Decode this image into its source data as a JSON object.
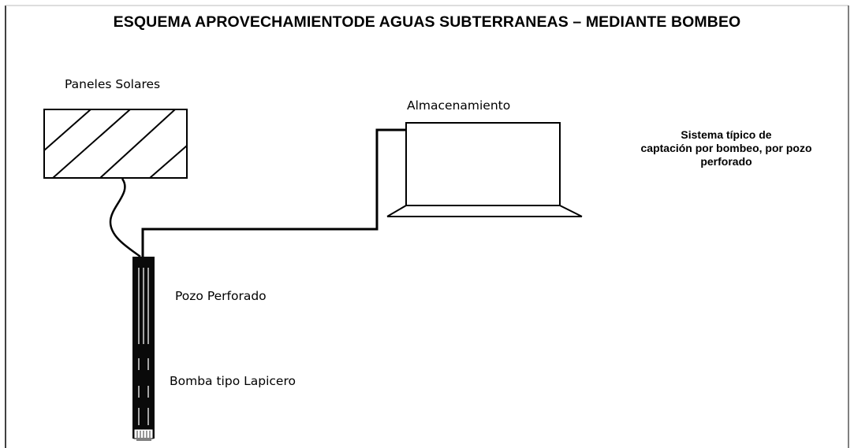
{
  "title": "ESQUEMA APROVECHAMIENTODE AGUAS SUBTERRANEAS – MEDIANTE BOMBEO",
  "labels": {
    "solar_panels": "Paneles Solares",
    "storage": "Almacenamiento",
    "well": "Pozo Perforado",
    "pump": "Bomba tipo Lapicero"
  },
  "note": {
    "line1": "Sistema típico de",
    "line2": "captación por bombeo, por pozo",
    "line3": "perforado"
  }
}
